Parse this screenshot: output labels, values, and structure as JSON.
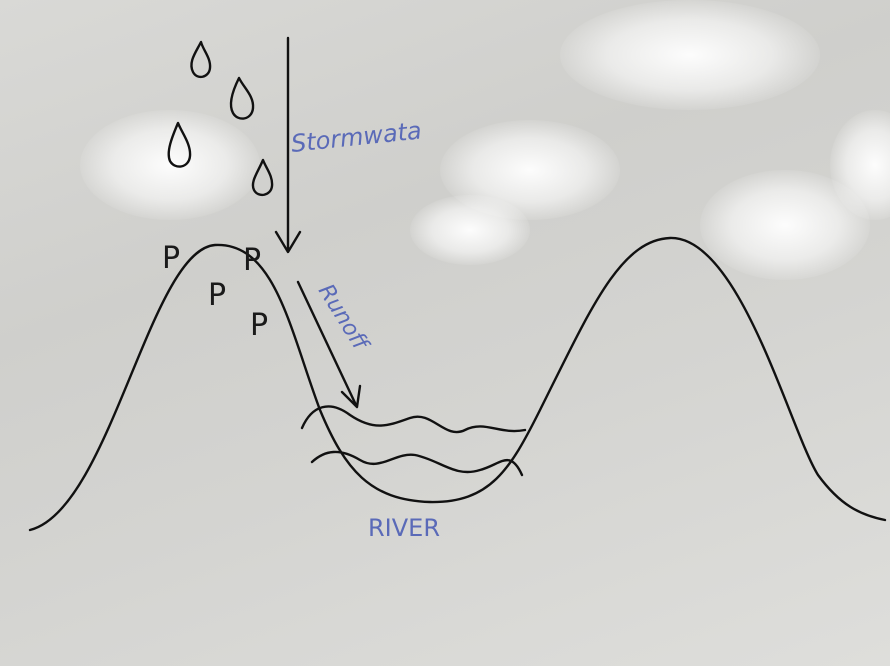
{
  "labels": {
    "stormwater": "Stormwata",
    "runoff": "Runoff",
    "river": "RIVER",
    "p_marks": [
      "P",
      "P",
      "P",
      "P"
    ]
  },
  "colors": {
    "black_ink": "#111111",
    "blue_ink": "#5a6ab8",
    "board": "#d6d6d3"
  }
}
